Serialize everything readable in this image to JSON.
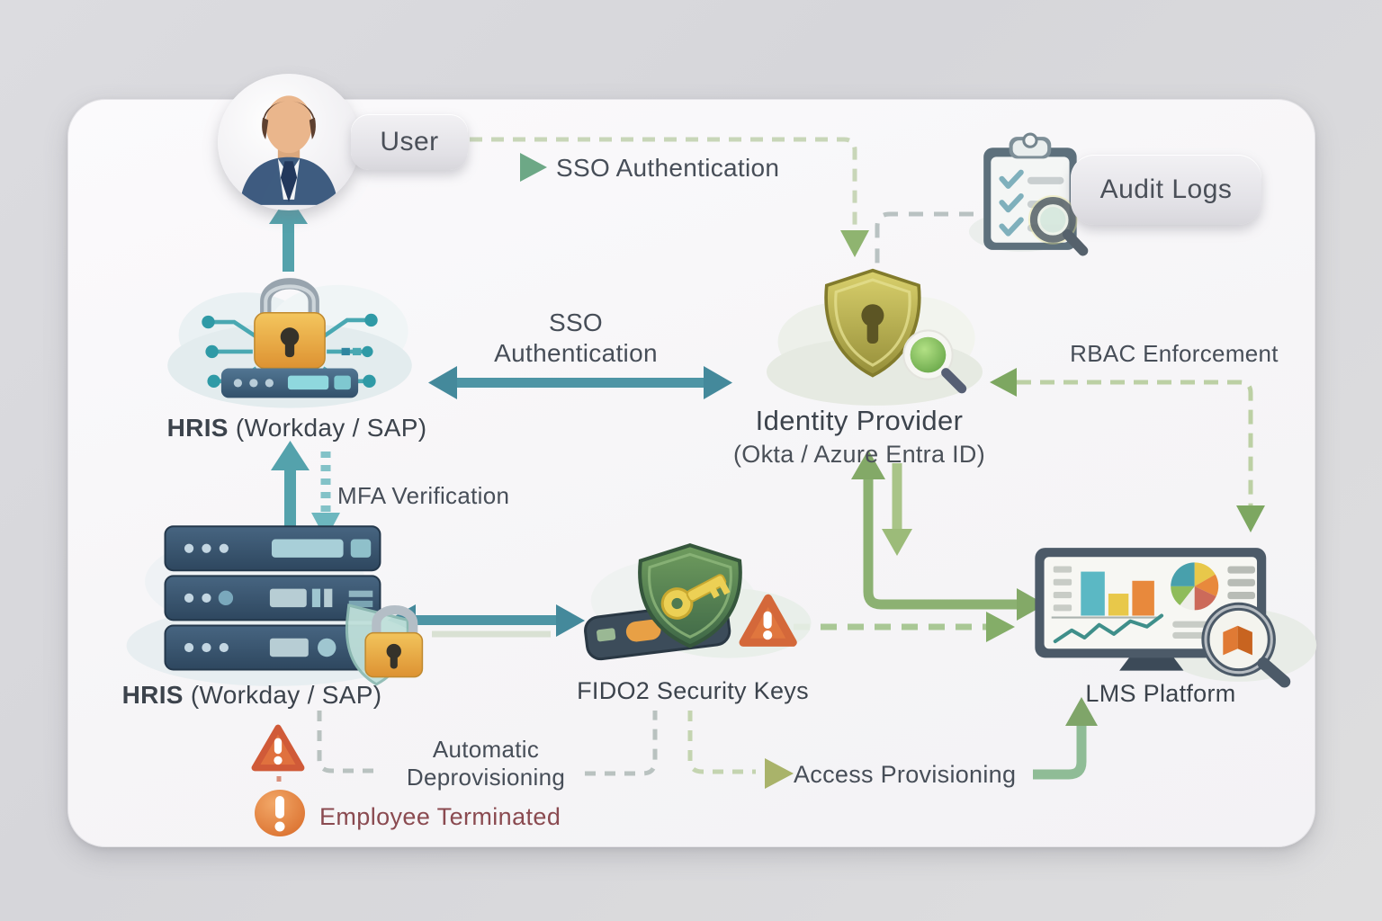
{
  "diagram_title": "SSO / identity and access management flow",
  "nodes": {
    "user": {
      "label": "User"
    },
    "audit_logs": {
      "label": "Audit Logs"
    },
    "hris_top": {
      "name": "HRIS",
      "detail": " (Workday / SAP)"
    },
    "identity_provider": {
      "title": "Identity Provider",
      "subtitle": "(Okta / Azure Entra ID)"
    },
    "hris_bottom": {
      "name": "HRIS",
      "detail": " (Workday / SAP)"
    },
    "fido2": {
      "label": "FIDO2 Security Keys"
    },
    "lms": {
      "label": "LMS Platform"
    }
  },
  "edges": {
    "sso_top": {
      "label": "SSO Authentication"
    },
    "sso_center": {
      "line1": "SSO",
      "line2": "Authentication"
    },
    "mfa": {
      "label": "MFA Verification"
    },
    "rbac": {
      "label": "RBAC Enforcement"
    },
    "auto_deprovisioning": {
      "line1": "Automatic",
      "line2": "Deprovisioning"
    },
    "access_provisioning": {
      "label": "Access Provisioning"
    },
    "employee_terminated": {
      "label": "Employee Terminated"
    }
  },
  "colors": {
    "background": "#d9d9dd",
    "panel": "#f8f7f9",
    "text": "#3c434c",
    "teal_arrow": "#4e95a5",
    "green_arrow": "#8cb172",
    "pale_green_dash": "#b5cb9e",
    "gray_dash": "#b9c2c2",
    "gold_lock": "#e8a83e",
    "olive_shield": "#a89f44",
    "green_shield": "#55814f",
    "warning_orange": "#e0763e",
    "alert_orange": "#e08238",
    "terminated_text": "#8a4a50"
  }
}
